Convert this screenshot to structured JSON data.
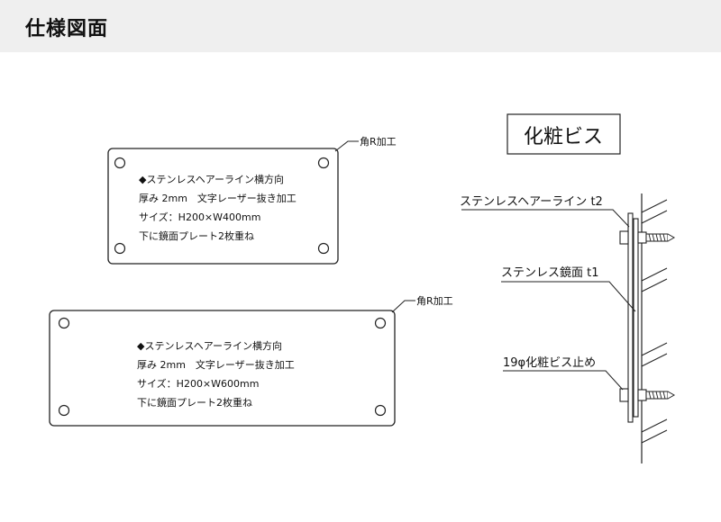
{
  "header": {
    "title": "仕様図面"
  },
  "plates": [
    {
      "corner_note": "角R加工",
      "lines": [
        "◆ステンレスヘアーライン横方向",
        "厚み 2mm　文字レーザー抜き加工",
        "サイズ：H200×W400mm",
        "下に鏡面プレート2枚重ね"
      ]
    },
    {
      "corner_note": "角R加工",
      "lines": [
        "◆ステンレスヘアーライン横方向",
        "厚み 2mm　文字レーザー抜き加工",
        "サイズ：H200×W600mm",
        "下に鏡面プレート2枚重ね"
      ]
    }
  ],
  "section": {
    "title": "化粧ビス",
    "labels": [
      "ステンレスヘアーライン t2",
      "ステンレス鏡面 t1",
      "19φ化粧ビス止め"
    ]
  }
}
